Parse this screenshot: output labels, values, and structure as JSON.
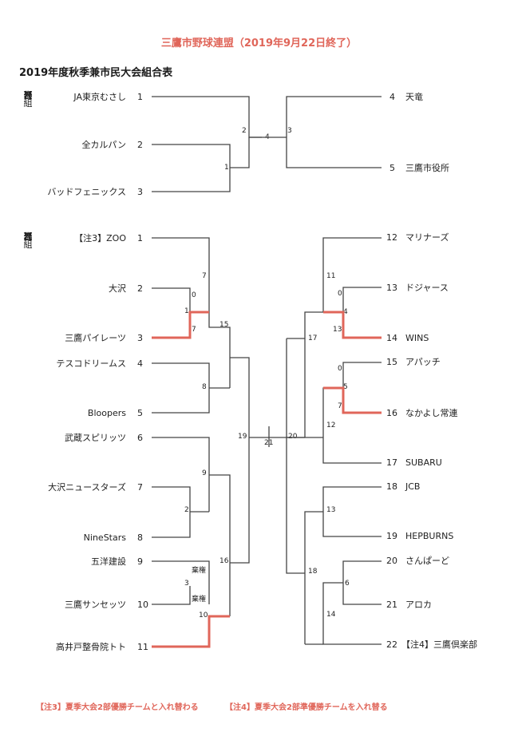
{
  "header": {
    "title": "三鷹市野球連盟（2019年9月22日終了）",
    "subtitle": "2019年度秋季兼市民大会組合表",
    "accent": "#e0665a"
  },
  "division1": {
    "label": [
      "【",
      "一",
      "部",
      "】",
      "組",
      "合",
      "表"
    ],
    "left": [
      {
        "seed": "1",
        "name": "JA東京むさし"
      },
      {
        "seed": "2",
        "name": "全カルパン"
      },
      {
        "seed": "3",
        "name": "バッドフェニックス"
      }
    ],
    "right": [
      {
        "seed": "4",
        "name": "天竜"
      },
      {
        "seed": "5",
        "name": "三鷹市役所"
      }
    ],
    "matches": [
      "2",
      "1",
      "4",
      "3"
    ]
  },
  "division2": {
    "label": [
      "【",
      "二",
      "部",
      "】",
      "組",
      "合",
      "表"
    ],
    "left": [
      {
        "seed": "1",
        "name": "【注3】ZOO"
      },
      {
        "seed": "2",
        "name": "大沢"
      },
      {
        "seed": "3",
        "name": "三鷹パイレーツ"
      },
      {
        "seed": "4",
        "name": "テスコドリームス"
      },
      {
        "seed": "5",
        "name": "Bloopers"
      },
      {
        "seed": "6",
        "name": "武蔵スピリッツ"
      },
      {
        "seed": "7",
        "name": "大沢ニュースターズ"
      },
      {
        "seed": "8",
        "name": "NineStars"
      },
      {
        "seed": "9",
        "name": "五洋建設"
      },
      {
        "seed": "10",
        "name": "三鷹サンセッツ"
      },
      {
        "seed": "11",
        "name": "高井戸整骨院トト"
      }
    ],
    "right": [
      {
        "seed": "12",
        "name": "マリナーズ"
      },
      {
        "seed": "13",
        "name": "ドジャース"
      },
      {
        "seed": "14",
        "name": "WINS"
      },
      {
        "seed": "15",
        "name": "アパッチ"
      },
      {
        "seed": "16",
        "name": "なかよし常連"
      },
      {
        "seed": "17",
        "name": "SUBARU"
      },
      {
        "seed": "18",
        "name": "JCB"
      },
      {
        "seed": "19",
        "name": "HEPBURNS"
      },
      {
        "seed": "20",
        "name": "さんぱーど"
      },
      {
        "seed": "21",
        "name": "アロカ"
      },
      {
        "seed": "22",
        "name": "【注4】三鷹倶楽部"
      }
    ],
    "scores": {
      "zoo_oosawa_top": "7",
      "oosawa_score": "0",
      "pirates_score_a": "1",
      "pirates_score_b": "7",
      "r15": "15",
      "r8": "8",
      "r9": "9",
      "r2": "2",
      "forfeit_a": "棄権",
      "forfeit_b": "棄権",
      "r3": "3",
      "r10": "10",
      "r16": "16",
      "r19": "19",
      "r21": "21",
      "r20": "20",
      "r17": "17",
      "r11": "11",
      "dodgers_0": "0",
      "dodgers_4": "4",
      "wins_13": "13",
      "apache_0": "0",
      "apache_5": "5",
      "nakayoshi_7": "7",
      "r12": "12",
      "r13": "13",
      "r18": "18",
      "r6": "6",
      "r14": "14"
    }
  },
  "footnotes": {
    "note3": "【注3】夏季大会2部優勝チームと入れ替わる",
    "note4": "【注4】夏季大会2部準優勝チームを入れ替る"
  }
}
